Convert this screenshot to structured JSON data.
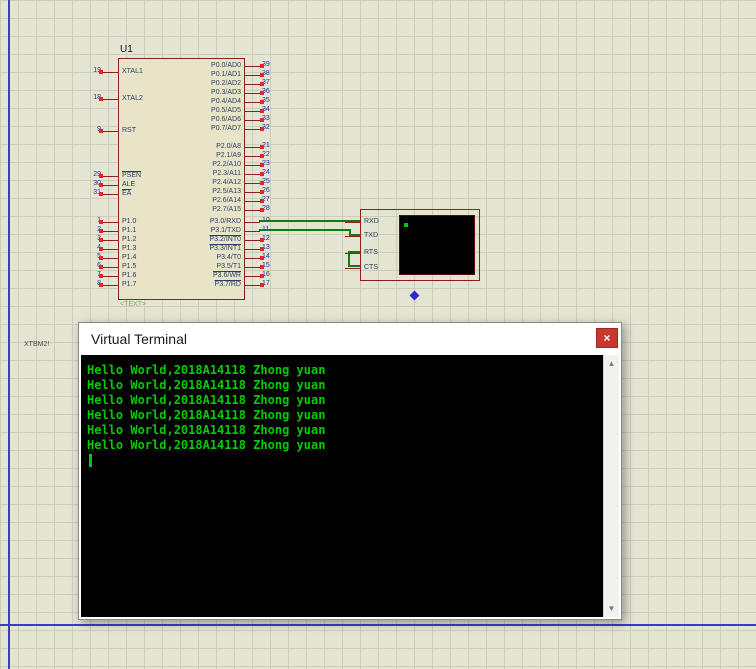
{
  "window": {
    "title": "Virtual Terminal",
    "close_glyph": "×"
  },
  "terminal": {
    "lines": [
      "Hello World,2018A14118 Zhong yuan",
      "Hello World,2018A14118 Zhong yuan",
      "Hello World,2018A14118 Zhong yuan",
      "Hello World,2018A14118 Zhong yuan",
      "Hello World,2018A14118 Zhong yuan",
      "Hello World,2018A14118 Zhong yuan"
    ]
  },
  "scrollbar": {
    "up": "▲",
    "down": "▼"
  },
  "schematic": {
    "chip": {
      "ref": "U1",
      "value_placeholder": "<TEXT>",
      "left_groups": [
        {
          "pins": [
            {
              "num": "19",
              "name": "XTAL1"
            },
            {
              "num": "18",
              "name": "XTAL2"
            }
          ]
        },
        {
          "pins": [
            {
              "num": "9",
              "name": "RST"
            }
          ]
        },
        {
          "pins": [
            {
              "num": "29",
              "name": "PSEN",
              "bar": true
            },
            {
              "num": "30",
              "name": "ALE"
            },
            {
              "num": "31",
              "name": "EA",
              "bar": true
            }
          ]
        },
        {
          "pins": [
            {
              "num": "1",
              "name": "P1.0"
            },
            {
              "num": "2",
              "name": "P1.1"
            },
            {
              "num": "3",
              "name": "P1.2"
            },
            {
              "num": "4",
              "name": "P1.3"
            },
            {
              "num": "5",
              "name": "P1.4"
            },
            {
              "num": "6",
              "name": "P1.5"
            },
            {
              "num": "7",
              "name": "P1.6"
            },
            {
              "num": "8",
              "name": "P1.7"
            }
          ]
        }
      ],
      "right_groups": [
        {
          "pins": [
            {
              "num": "39",
              "name": "P0.0/AD0"
            },
            {
              "num": "38",
              "name": "P0.1/AD1"
            },
            {
              "num": "37",
              "name": "P0.2/AD2"
            },
            {
              "num": "36",
              "name": "P0.3/AD3"
            },
            {
              "num": "35",
              "name": "P0.4/AD4"
            },
            {
              "num": "34",
              "name": "P0.5/AD5"
            },
            {
              "num": "33",
              "name": "P0.6/AD6"
            },
            {
              "num": "32",
              "name": "P0.7/AD7"
            }
          ]
        },
        {
          "pins": [
            {
              "num": "21",
              "name": "P2.0/A8"
            },
            {
              "num": "22",
              "name": "P2.1/A9"
            },
            {
              "num": "23",
              "name": "P2.2/A10"
            },
            {
              "num": "24",
              "name": "P2.3/A11"
            },
            {
              "num": "25",
              "name": "P2.4/A12"
            },
            {
              "num": "26",
              "name": "P2.5/A13"
            },
            {
              "num": "27",
              "name": "P2.6/A14"
            },
            {
              "num": "28",
              "name": "P2.7/A15"
            }
          ]
        },
        {
          "pins": [
            {
              "num": "10",
              "name": "P3.0/RXD",
              "connected": true
            },
            {
              "num": "11",
              "name": "P3.1/TXD",
              "connected": true
            },
            {
              "num": "12",
              "name": "P3.2/INT0",
              "bar": true
            },
            {
              "num": "13",
              "name": "P3.3/INT1",
              "bar": true
            },
            {
              "num": "14",
              "name": "P3.4/T0"
            },
            {
              "num": "15",
              "name": "P3.5/T1"
            },
            {
              "num": "16",
              "name": "P3.6/WR",
              "bar": true
            },
            {
              "num": "17",
              "name": "P3.7/RD",
              "bar": true
            }
          ]
        }
      ]
    },
    "vterm": {
      "pins": [
        "RXD",
        "TXD",
        "RTS",
        "CTS"
      ]
    },
    "side_label": "XTBM2!"
  },
  "colors": {
    "terminal_green": "#00cc00",
    "component_outline": "#8f2020",
    "pin_number_blue": "#2a2ab0",
    "wire_green": "#117a11",
    "close_red": "#c8382e",
    "sheet_blue": "#3a3acc",
    "grid_bg": "#e4e4d3"
  }
}
